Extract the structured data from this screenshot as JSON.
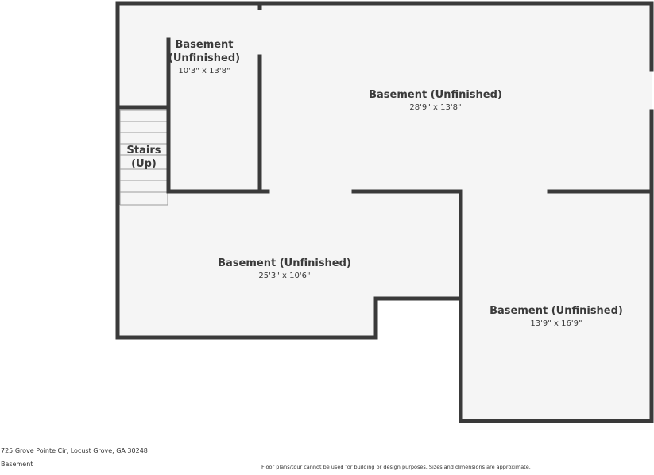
{
  "colors": {
    "wall": "#3a3a3a",
    "floor": "#f5f5f5",
    "background": "#ffffff",
    "text": "#3a3a3a"
  },
  "rooms": [
    {
      "id": "basement-small",
      "name_line1": "Basement",
      "name_line2": "(Unfinished)",
      "dims": "10'3\" x 13'8\""
    },
    {
      "id": "basement-top-right",
      "name": "Basement (Unfinished)",
      "dims": "28'9\" x 13'8\""
    },
    {
      "id": "stairs",
      "name_line1": "Stairs",
      "name_line2": "(Up)"
    },
    {
      "id": "basement-bottom-left",
      "name": "Basement (Unfinished)",
      "dims": "25'3\" x 10'6\""
    },
    {
      "id": "basement-bottom-right",
      "name": "Basement (Unfinished)",
      "dims": "13'9\" x 16'9\""
    }
  ],
  "footer": {
    "address": "725 Grove Pointe Cir, Locust Grove, GA 30248",
    "floor_label": "Basement",
    "disclaimer": "Floor plans/tour cannot be used for building or design purposes. Sizes and dimensions are approximate."
  }
}
